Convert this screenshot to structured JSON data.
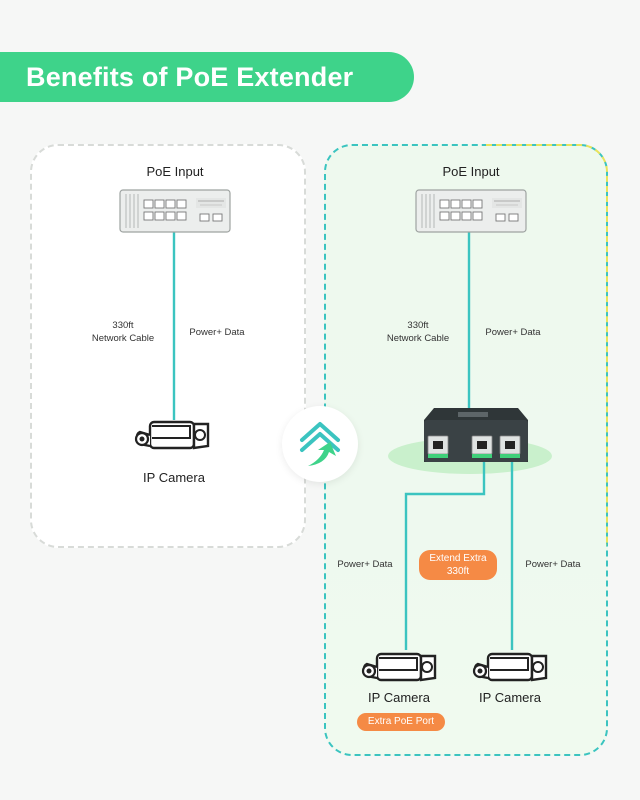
{
  "banner": {
    "title": "Benefits of PoE Extender"
  },
  "left": {
    "input_title": "PoE Input",
    "cable_label_line1": "330ft",
    "cable_label_line2": "Network Cable",
    "power_data_label": "Power+ Data",
    "camera_label": "IP Camera"
  },
  "right": {
    "input_title": "PoE Input",
    "cable_label_line1": "330ft",
    "cable_label_line2": "Network Cable",
    "power_data_label": "Power+ Data",
    "left_branch_label": "Power+ Data",
    "right_branch_label": "Power+ Data",
    "extend_pill_line1": "Extend Extra",
    "extend_pill_line2": "330ft",
    "camera1_label": "IP Camera",
    "camera2_label": "IP Camera",
    "extra_port_pill": "Extra PoE Port"
  },
  "colors": {
    "accent_green": "#3ed38a",
    "cable_teal": "#3bc4c0",
    "pill_orange": "#f58a45"
  },
  "icons": [
    "poe-switch-icon",
    "ip-camera-icon",
    "poe-extender-icon",
    "upgrade-arrow-icon"
  ]
}
